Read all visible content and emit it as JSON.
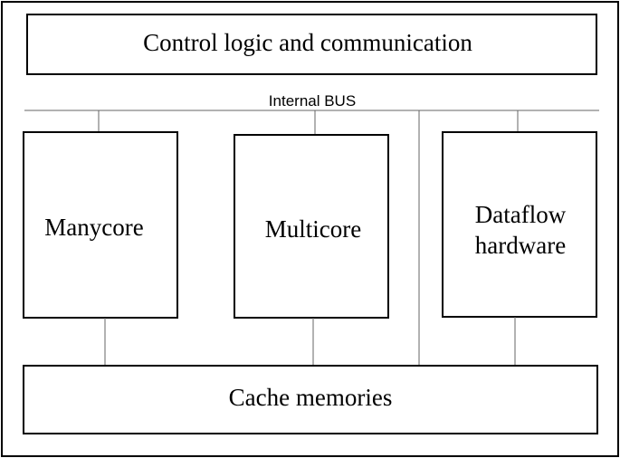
{
  "diagram": {
    "control_box": {
      "label": "Control logic and communication"
    },
    "bus": {
      "label": "Internal BUS"
    },
    "manycore": {
      "label": "Manycore"
    },
    "multicore": {
      "label": "Multicore"
    },
    "dataflow": {
      "line1": "Dataflow",
      "line2": "hardware"
    },
    "cache": {
      "label": "Cache memories"
    }
  }
}
